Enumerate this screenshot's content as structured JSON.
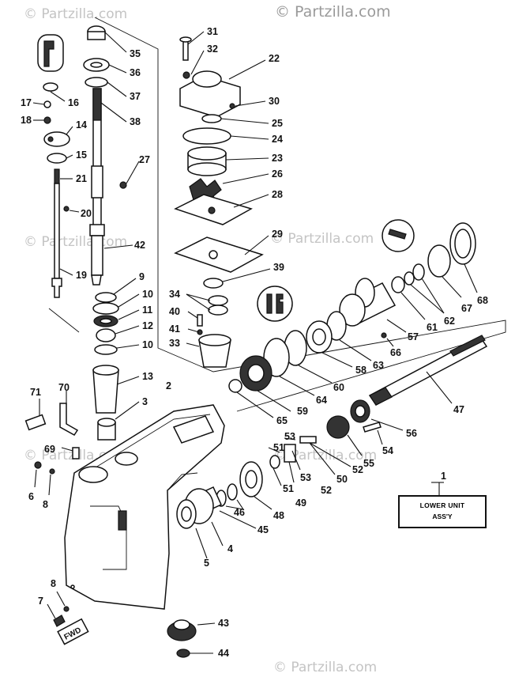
{
  "watermarks": [
    {
      "text": "© Partzilla.com",
      "strong": false
    },
    {
      "text": "© Partzilla.com",
      "strong": true
    },
    {
      "text": "© Partzilla.com",
      "strong": false
    },
    {
      "text": "© Partzilla.com",
      "strong": false
    },
    {
      "text": "© Partzilla.com",
      "strong": false
    },
    {
      "text": "© Partzilla.com",
      "strong": false
    },
    {
      "text": "© Partzilla.com",
      "strong": false
    }
  ],
  "legend": {
    "line1": "LOWER UNIT",
    "line2": "ASS'Y"
  },
  "fwd_mark": "FWD",
  "callouts": {
    "n1": "1",
    "n2": "2",
    "n3": "3",
    "n4": "4",
    "n5": "5",
    "n6": "6",
    "n7": "7",
    "n8a": "8",
    "n8b": "8",
    "n9": "9",
    "n10a": "10",
    "n10b": "10",
    "n11": "11",
    "n12": "12",
    "n13": "13",
    "n14": "14",
    "n15": "15",
    "n16": "16",
    "n17": "17",
    "n18": "18",
    "n19": "19",
    "n20": "20",
    "n21": "21",
    "n22": "22",
    "n23": "23",
    "n24": "24",
    "n25": "25",
    "n26": "26",
    "n27": "27",
    "n28": "28",
    "n29": "29",
    "n30": "30",
    "n31": "31",
    "n32": "32",
    "n33": "33",
    "n34": "34",
    "n35": "35",
    "n36": "36",
    "n37": "37",
    "n38": "38",
    "n39": "39",
    "n40": "40",
    "n41": "41",
    "n42": "42",
    "n43": "43",
    "n44": "44",
    "n45": "45",
    "n46": "46",
    "n47": "47",
    "n48": "48",
    "n49": "49",
    "n50": "50",
    "n51a": "51",
    "n51b": "51",
    "n52a": "52",
    "n52b": "52",
    "n53a": "53",
    "n53b": "53",
    "n54": "54",
    "n55": "55",
    "n56": "56",
    "n57": "57",
    "n58": "58",
    "n59": "59",
    "n60": "60",
    "n61": "61",
    "n62": "62",
    "n63": "63",
    "n64": "64",
    "n65": "65",
    "n66": "66",
    "n67": "67",
    "n68": "68",
    "n69": "69",
    "n70": "70",
    "n71": "71"
  }
}
